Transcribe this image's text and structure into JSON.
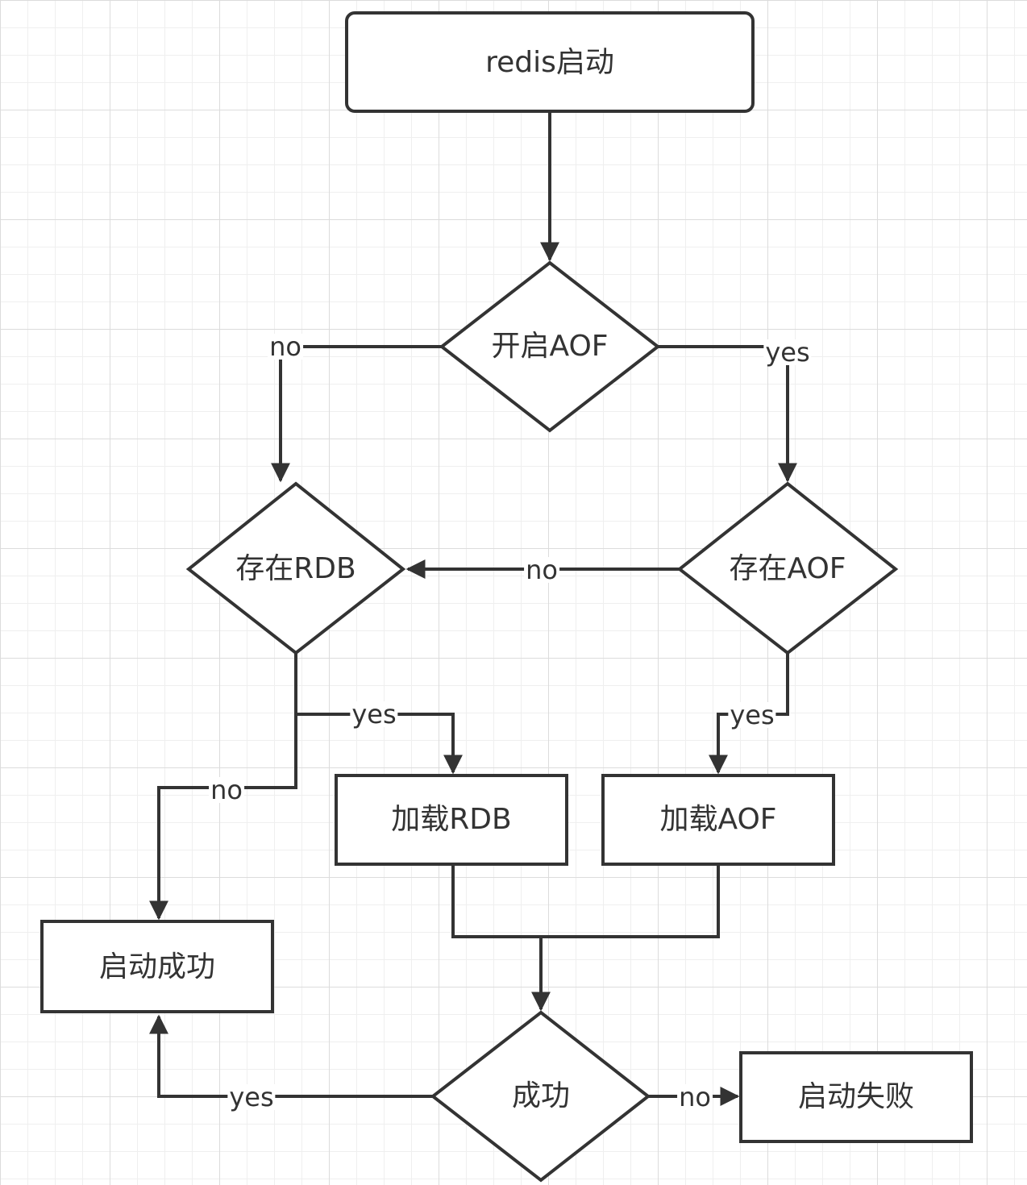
{
  "nodes": {
    "start": "redis启动",
    "aof_enabled": "开启AOF",
    "rdb_exists": "存在RDB",
    "aof_exists": "存在AOF",
    "load_rdb": "加载RDB",
    "load_aof": "加载AOF",
    "start_success": "启动成功",
    "success_check": "成功",
    "start_failed": "启动失败"
  },
  "edges": {
    "aof_no": "no",
    "aof_yes": "yes",
    "aof_exists_no": "no",
    "rdb_yes": "yes",
    "rdb_no": "no",
    "aof_exists_yes": "yes",
    "success_yes": "yes",
    "success_no": "no"
  },
  "colors": {
    "stroke": "#333333",
    "text": "#333333",
    "grid_major": "#dcdcdc",
    "grid_minor": "#efefef"
  }
}
